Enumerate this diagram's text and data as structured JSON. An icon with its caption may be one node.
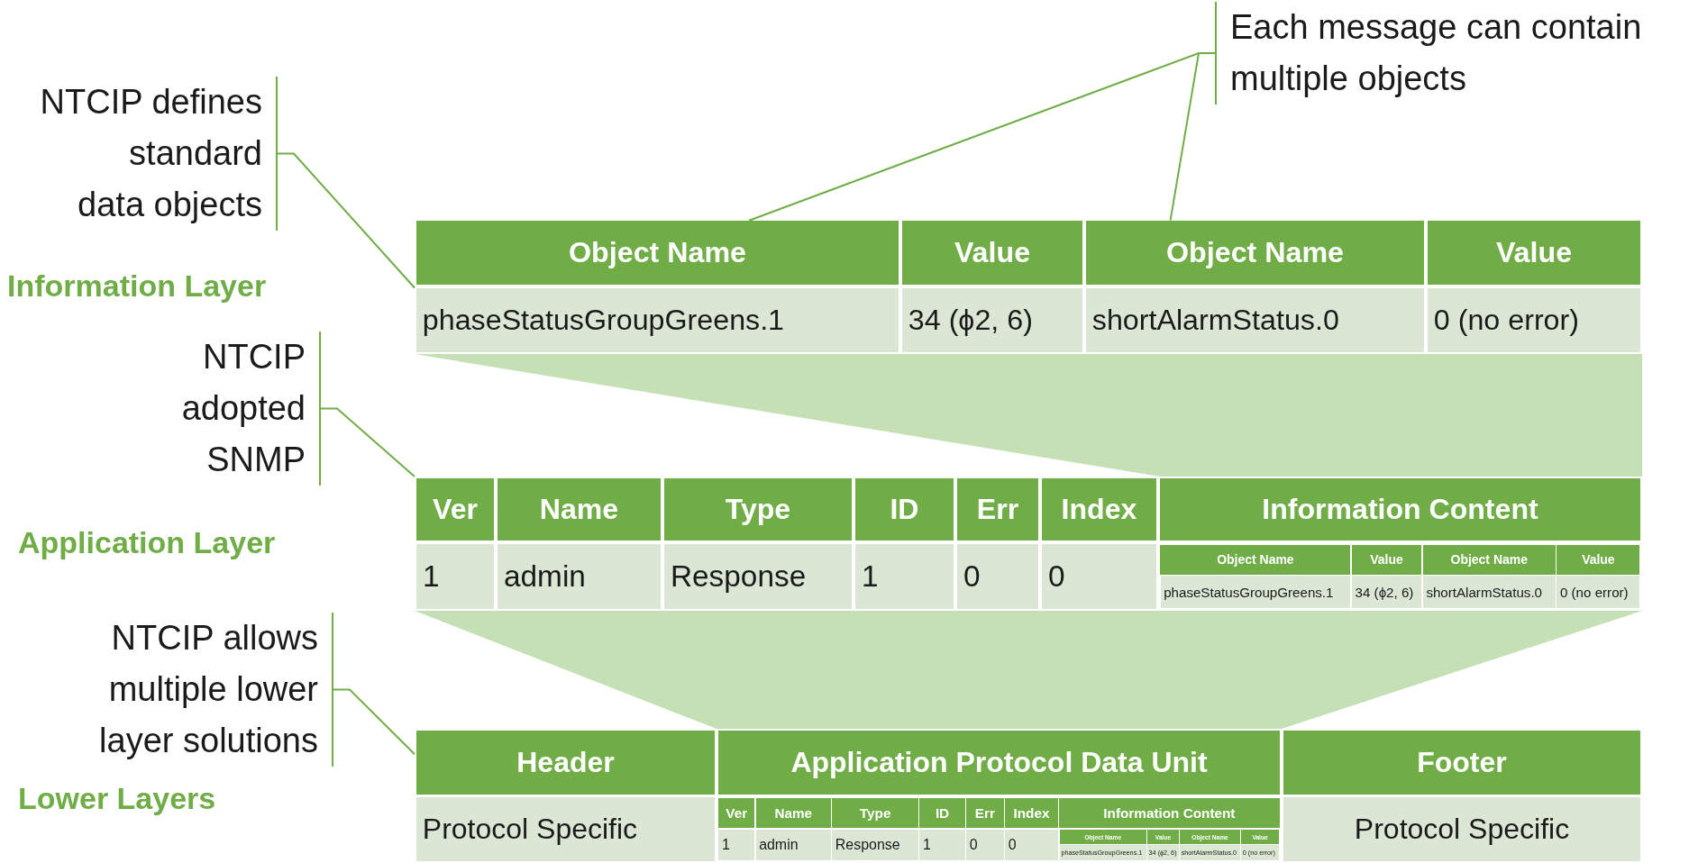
{
  "diagram": {
    "nodes": [
      {
        "text": [
          "NTCIP defines standard data objects"
        ]
      },
      {
        "text": [
          "Each message can contain multiple objects"
        ]
      },
      {
        "text": [],
        "shape": "box"
      },
      {
        "text": [
          "Object Name"
        ],
        "in": 2
      },
      {
        "text": [
          "Object Name"
        ],
        "in": 2
      },
      {
        "text": [
          "NTCIP adopted SNMP"
        ]
      },
      {
        "text": [],
        "shape": "box"
      },
      {
        "text": [
          "NTCIP allows multiple lower layer solutions"
        ]
      },
      {
        "text": [],
        "shape": "box"
      },
      {
        "text": [],
        "shape": "band"
      },
      {
        "text": [],
        "shape": "band"
      }
    ],
    "edges": [
      {
        "from": 0,
        "to": 2,
        "arrow": "none"
      },
      {
        "from": 1,
        "to": 3,
        "arrow": "none"
      },
      {
        "from": 1,
        "to": 4,
        "arrow": "none"
      },
      {
        "from": 5,
        "to": 6,
        "arrow": "none"
      },
      {
        "from": 7,
        "to": 8,
        "arrow": "none"
      }
    ],
    "labels": [
      "Information Layer",
      "Value",
      "Value",
      "phaseStatusGroupGreens.1",
      "34 (ϕ2, 6)",
      "shortAlarmStatus.0",
      "0 (no error)",
      "Application Layer",
      "Ver",
      "Name",
      "Type",
      "ID",
      "Err",
      "Index",
      "Information Content",
      "Object Name",
      "Value",
      "Object Name",
      "Value",
      "1",
      "admin",
      "Response",
      "1",
      "0",
      "0",
      "phaseStatusGroupGreens.1",
      "34 (ϕ2, 6)",
      "shortAlarmStatus.0",
      "0 (no error)",
      "Lower Layers",
      "Header",
      "Application Protocol Data Unit",
      "Footer",
      "Ver",
      "Name",
      "Type",
      "ID",
      "Err",
      "Index",
      "Information Content",
      "Object Name",
      "Value",
      "Object Name",
      "Value",
      "Protocol Specific",
      "1",
      "admin",
      "Response",
      "1",
      "0",
      "0",
      "phaseStatusGroupGreens.1",
      "34 (ϕ2, 6)",
      "shortAlarmStatus.0",
      "0 (no error)",
      "Protocol Specific"
    ]
  }
}
